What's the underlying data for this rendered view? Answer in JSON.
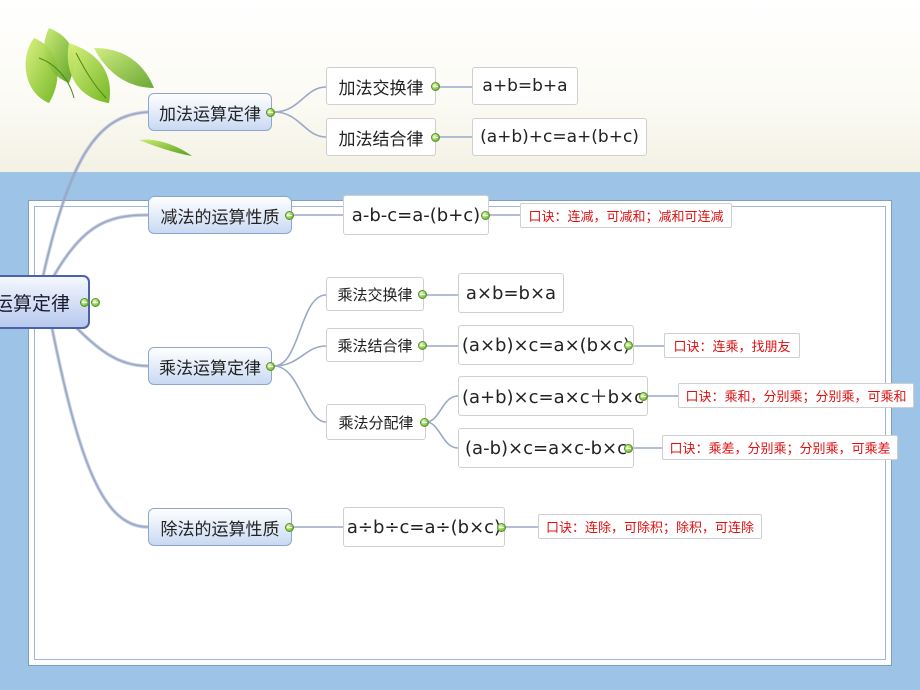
{
  "root": {
    "label": "运算定律"
  },
  "addition": {
    "label": "加法运算定律",
    "commutative": {
      "label": "加法交换律",
      "formula": "a+b=b+a"
    },
    "associative": {
      "label": "加法结合律",
      "formula": "(a+b)+c=a+(b+c)"
    }
  },
  "subtraction": {
    "label": "减法的运算性质",
    "formula": "a-b-c=a-(b+c)",
    "note": "口诀：连减，可减和；减和可连减"
  },
  "multiplication": {
    "label": "乘法运算定律",
    "commutative": {
      "label": "乘法交换律",
      "formula": "a×b=b×a"
    },
    "associative": {
      "label": "乘法结合律",
      "formula": "(a×b)×c=a×(b×c)",
      "note": "口诀：连乘，找朋友"
    },
    "distributive": {
      "label": "乘法分配律",
      "formula_sum": "(a+b)×c=a×c＋b×c",
      "note_sum": "口诀：乘和，分别乘；分别乘，可乘和",
      "formula_diff": "(a-b)×c=a×c-b×c",
      "note_diff": "口诀：乘差，分别乘；分别乘，可乘差"
    }
  },
  "division": {
    "label": "除法的运算性质",
    "formula": "a÷b÷c=a÷(b×c)",
    "note": "口诀：连除，可除积；除积，可连除"
  },
  "colors": {
    "link": "#9aa8c8",
    "note_text": "#e01010",
    "background_blue": "#9dc3e6",
    "node_gradient_bottom": "#c9d9f3"
  }
}
